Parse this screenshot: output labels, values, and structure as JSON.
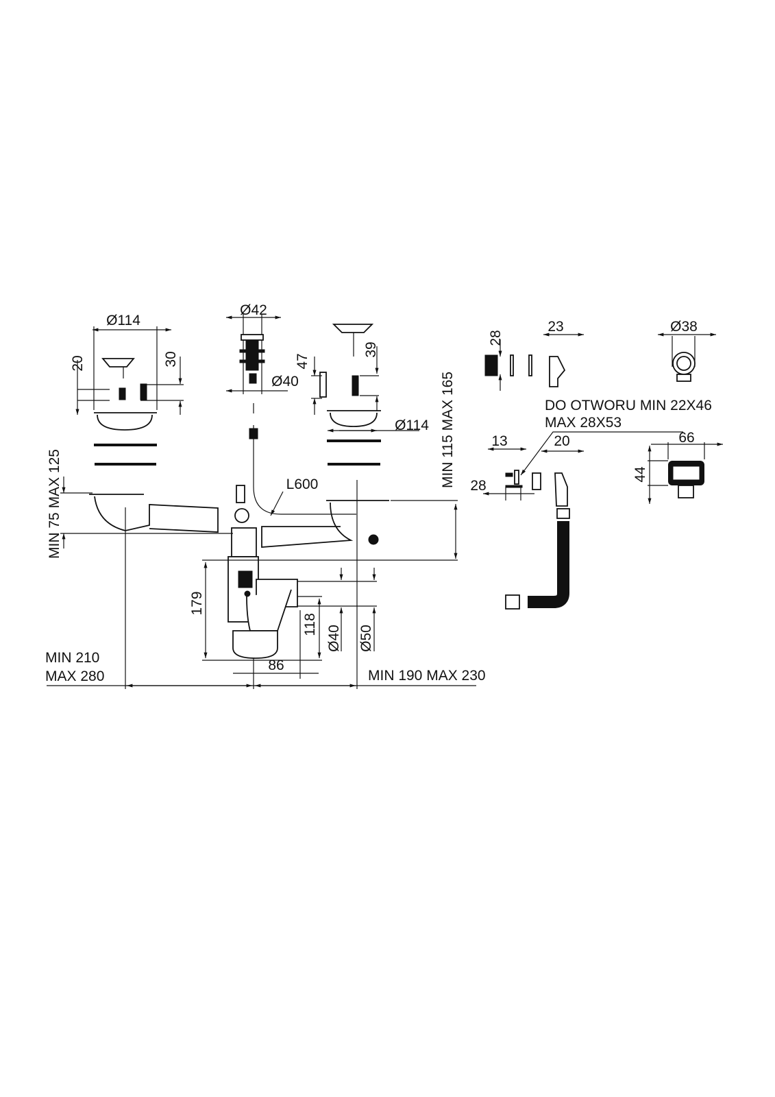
{
  "drawing": {
    "left_strainer": {
      "diameter": "Ø114",
      "dim_a": "20",
      "dim_b": "30"
    },
    "popup_valve": {
      "top_diameter": "Ø42",
      "bottom_diameter": "Ø40"
    },
    "right_strainer": {
      "plug_height": "47",
      "stem_height": "39",
      "diameter": "Ø114"
    },
    "right_height_range": "MIN 115 MAX 165",
    "left_height_range": "MIN 75 MAX 125",
    "cable_length": "L600",
    "trap": {
      "height": "179",
      "outlet_height": "118",
      "outlet_d40": "Ø40",
      "outlet_d50": "Ø50",
      "offset": "86"
    },
    "left_spacing": {
      "line1": "MIN 210",
      "line2": "MAX 280"
    },
    "right_spacing": "MIN 190 MAX 230",
    "overflow_round": {
      "ring_height": "28",
      "depth": "23",
      "diameter": "Ø38"
    },
    "overflow_rect": {
      "note_line1": "DO OTWORU MIN 22X46",
      "note_line2": "MAX 28X53",
      "screw_head": "13",
      "screw_length": "28",
      "depth": "20",
      "width": "66",
      "height": "44"
    }
  }
}
